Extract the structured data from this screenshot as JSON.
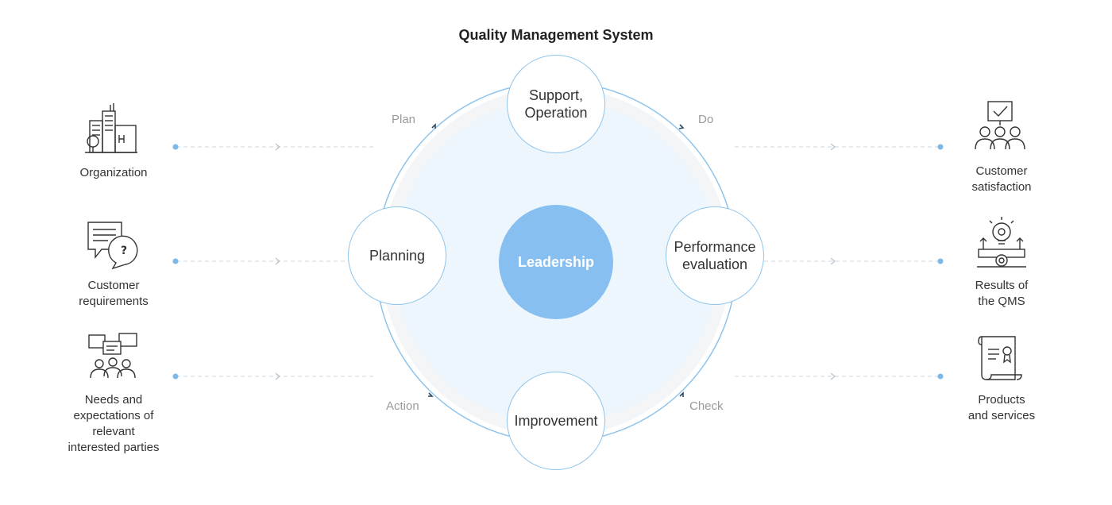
{
  "title": "Quality Management System",
  "center": {
    "label": "Leadership"
  },
  "nodes": {
    "top": "Support,\nOperation",
    "left": "Planning",
    "right": "Performance\nevaluation",
    "bottom": "Improvement"
  },
  "phases": {
    "plan": "Plan",
    "do": "Do",
    "check": "Check",
    "action": "Action"
  },
  "inputs": [
    {
      "label": "Organization",
      "icon": "building-icon"
    },
    {
      "label": "Customer\nrequirements",
      "icon": "question-chat-icon"
    },
    {
      "label": "Needs and\nexpectations of\nrelevant\ninterested parties",
      "icon": "discussion-group-icon"
    }
  ],
  "outputs": [
    {
      "label": "Customer\nsatisfaction",
      "icon": "satisfied-customers-icon"
    },
    {
      "label": "Results of\nthe QMS",
      "icon": "award-lightbulb-icon"
    },
    {
      "label": "Products\nand services",
      "icon": "certificate-scroll-icon"
    }
  ],
  "colors": {
    "accent": "#86bff0",
    "ring": "#8ec4ec",
    "inner_fill": "#eef6fd",
    "dot": "#7eb8e6"
  }
}
